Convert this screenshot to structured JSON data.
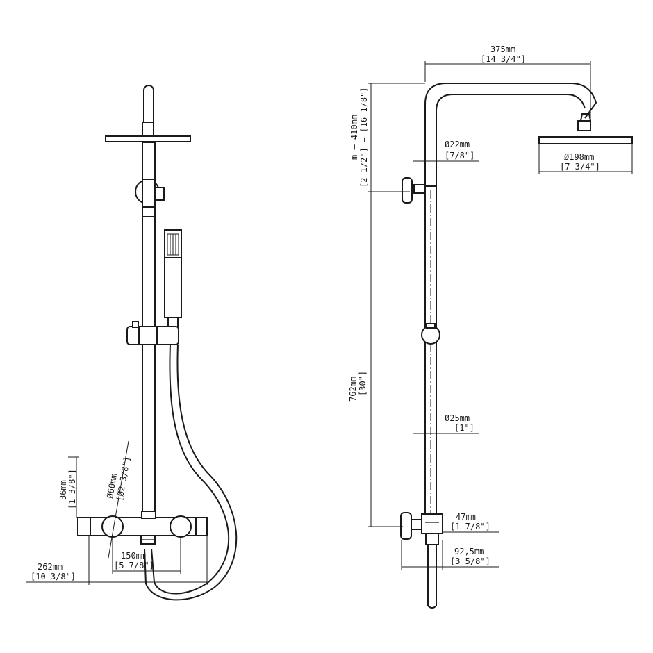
{
  "front_view": {
    "dim_36": "36mm",
    "dim_36_in": "[1 3/8\"]",
    "dim_60": "Ø60mm",
    "dim_60_in": "[Ø2 3/8\"]",
    "dim_150": "150mm",
    "dim_150_in": "[5 7/8\"]",
    "dim_262": "262mm",
    "dim_262_in": "[10 3/8\"]"
  },
  "side_view": {
    "dim_375": "375mm",
    "dim_375_in": "[14 3/4\"]",
    "dim_410": "m — 410mm",
    "dim_410_in": "[2 1/2\"] — [16 1/8\"]",
    "dim_22": "Ø22mm",
    "dim_22_in": "[7/8\"]",
    "dim_198": "Ø198mm",
    "dim_198_in": "[7 3/4\"]",
    "dim_762": "762mm",
    "dim_762_in": "[30\"]",
    "dim_25": "Ø25mm",
    "dim_25_in": "[1\"]",
    "dim_47": "47mm",
    "dim_47_in": "[1 7/8\"]",
    "dim_92": "92,5mm",
    "dim_92_in": "[3 5/8\"]"
  }
}
